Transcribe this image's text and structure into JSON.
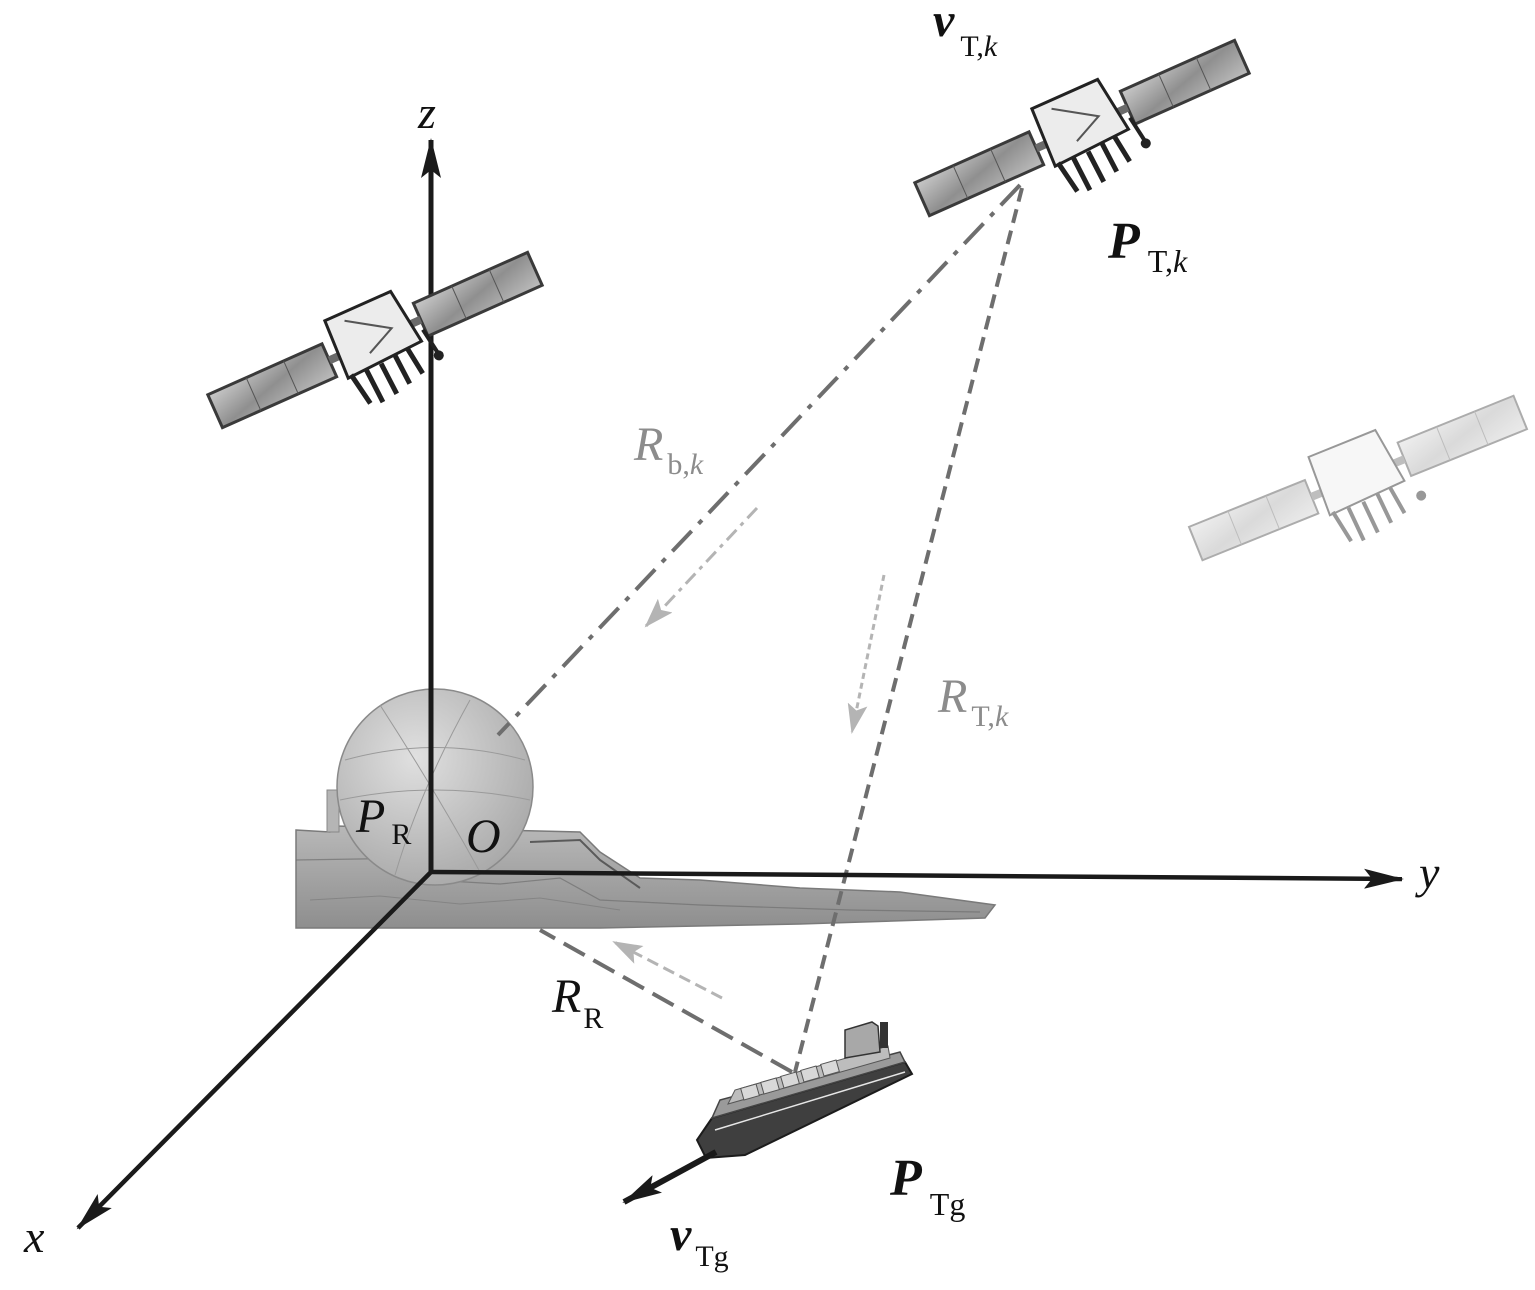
{
  "axes": {
    "x": "x",
    "y": "y",
    "z": "z",
    "origin": "O"
  },
  "labels": {
    "receiver_position": {
      "main": "P",
      "sub": "R"
    },
    "transmitter_position": {
      "main": "P",
      "sub": "T,",
      "sub_k": "k"
    },
    "transmitter_velocity": {
      "main": "v",
      "sub": "T,",
      "sub_k": "k"
    },
    "target_position": {
      "main": "P",
      "sub": "Tg"
    },
    "target_velocity": {
      "main": "v",
      "sub": "Tg"
    },
    "baseline_range": {
      "main": "R",
      "sub": "b,",
      "sub_k": "k"
    },
    "transmitter_range": {
      "main": "R",
      "sub": "T,",
      "sub_k": "k"
    },
    "receiver_range": {
      "main": "R",
      "sub": "R"
    }
  },
  "icons": [
    "satellite-icon",
    "satellite-icon",
    "satellite-icon",
    "radome-icon",
    "ship-icon"
  ],
  "colors": {
    "axis": "#1a1a1a",
    "range_line": "#6e6e6e",
    "signal_arrow": "#b4b4b4",
    "range_label": "#8c8c8c"
  }
}
